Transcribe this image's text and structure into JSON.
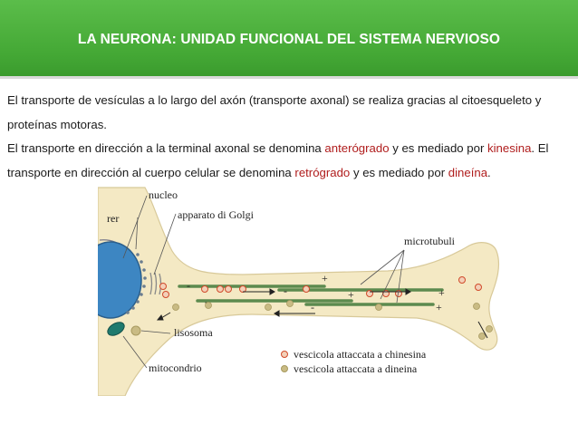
{
  "header": {
    "title": "LA NEURONA: UNIDAD FUNCIONAL DEL SISTEMA NERVIOSO"
  },
  "text": {
    "p1": "El transporte de vesículas a lo largo del axón (transporte axonal) se realiza gracias al citoesqueleto y proteínas motoras.",
    "p2_a": "El transporte en dirección a la terminal axonal se denomina ",
    "p2_hl1": "anterógrado",
    "p2_b": " y es mediado por ",
    "p2_hl2": "kinesina",
    "p2_c": ". El transporte en dirección al cuerpo celular se denomina ",
    "p2_hl3": "retrógrado",
    "p2_d": " y es mediado por ",
    "p2_hl4": "dineína",
    "p2_e": "."
  },
  "figure": {
    "labels": {
      "nucleo": "nucleo",
      "rer": "rer",
      "golgi": "apparato di Golgi",
      "microtubuli": "microtubuli",
      "lisosoma": "lisosoma",
      "mitocondrio": "mitocondrio",
      "legend_kinesin": "vescicola attaccata a chinesina",
      "legend_dynein": "vescicola attaccata a dineina"
    },
    "colors": {
      "cytoplasm": "#f4e9c4",
      "nucleus": "#3d86c2",
      "microtubule": "#5c8a4e",
      "kinesin_vesicle": "#d04a2a",
      "dynein_vesicle": "#c9bb84",
      "mitochondrion": "#1f7a6e"
    }
  }
}
